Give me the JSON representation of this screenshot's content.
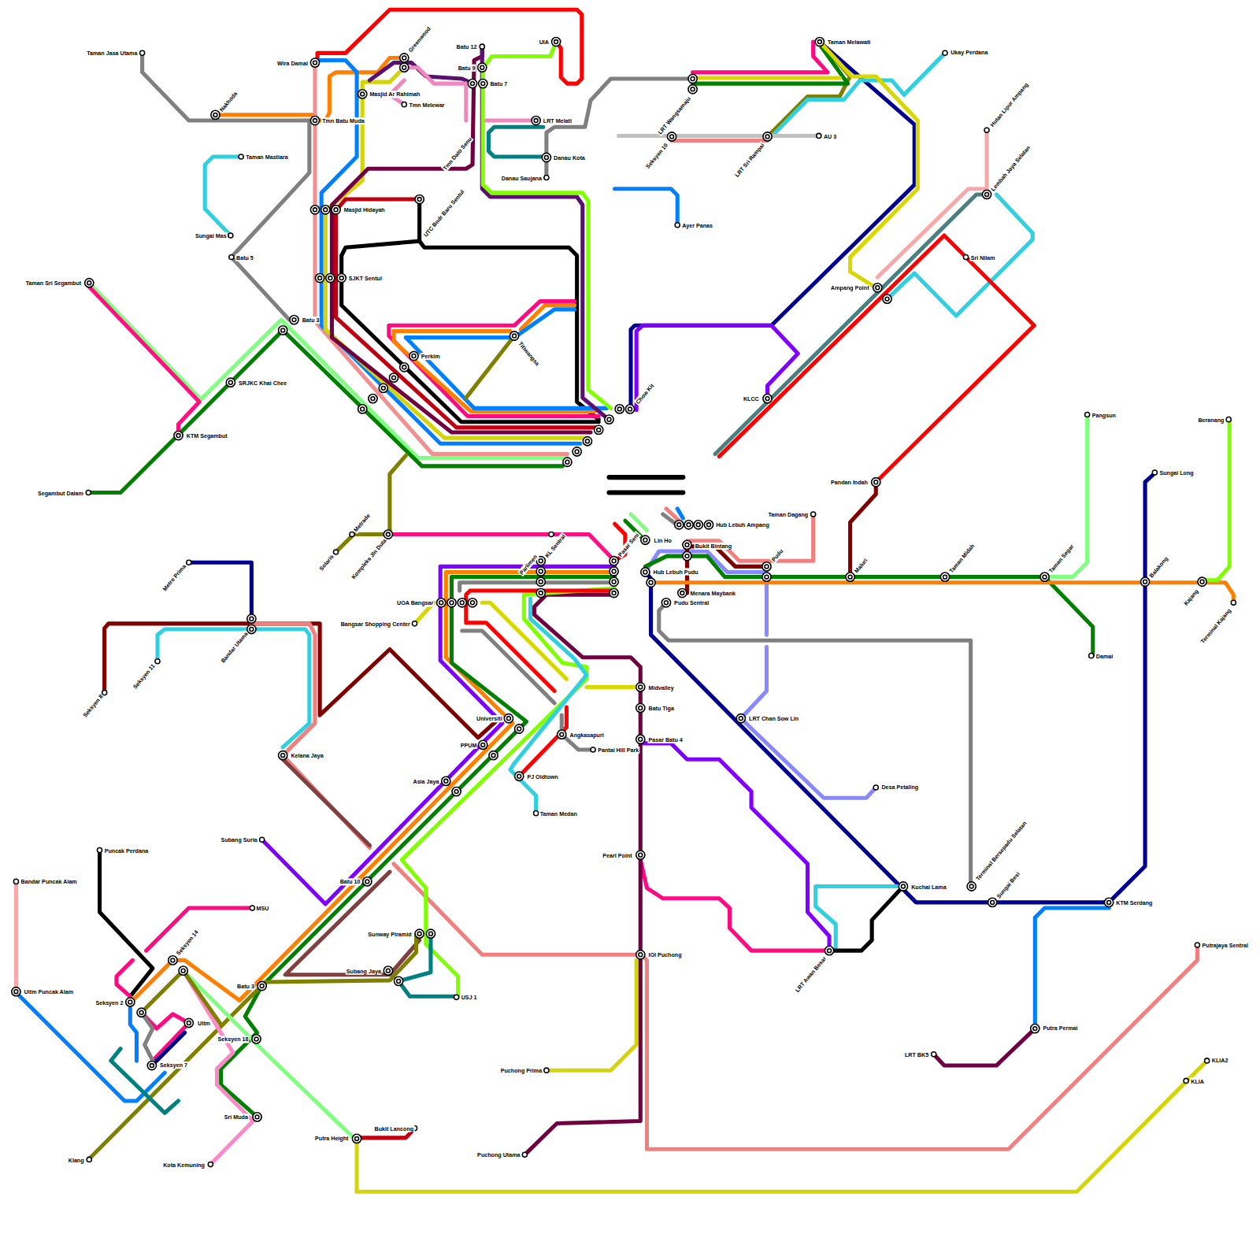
{
  "diagram": {
    "labels": [
      "Taman Jasa Utama",
      "Nakhoda",
      "Wira Damai",
      "Greenwood",
      "Batu 12",
      "UIA",
      "Batu 9",
      "Batu 7",
      "Masjid Ar Rahimah",
      "Tmn Melewar",
      "Tmn Batu Muda",
      "LRT Melati",
      "Taman Mastiara",
      "Danau Kota",
      "Danau Saujana",
      "Tmn Dato Senu",
      "Masjid Hidayah",
      "UTC Bndr Baru Sentul",
      "Sungai Mas",
      "Batu 5",
      "SJKT Sentul",
      "Taman Sri Segambut",
      "Batu 3",
      "Titiwangsa",
      "Perkim",
      "SRJKC Khai Chee",
      "KTM Segambut",
      "Segambut Dalam",
      "Chow Kit",
      "LRT Wangsamaju",
      "Seksyen 10",
      "LRT Sri Rampai",
      "AU 3",
      "Taman Melawati",
      "Ukay Perdana",
      "Ayer Panas",
      "Hutan Lipur Ampang",
      "Lembah Jaya Selatan",
      "Sri Nilam",
      "Ampang Point",
      "KLCC",
      "Pandan Indah",
      "Taman Dagang",
      "Hub Lebuh Ampang",
      "Lin Ho",
      "Bukit Bintang",
      "Pudu",
      "Hub Lebuh Pudu",
      "Menara Maybank",
      "Pudu Sentral",
      "Maluri",
      "Taman Midah",
      "Taman Segar",
      "Pangsun",
      "Damai",
      "Sungai Long",
      "Beranang",
      "Balakong",
      "Kajang",
      "Terminal Kajang",
      "Midvalley",
      "Batu Tiga",
      "Pasar Batu 4",
      "Angkasapuri",
      "Pantai Hill Park",
      "PJ Oldtown",
      "Taman Medan",
      "LRT Chan Sow Lin",
      "Desa Petaling",
      "Kuchai Lama",
      "Terminal Bersepadu Selatan",
      "Sungai Besi",
      "KTM Serdang",
      "LRT Awan Besar",
      "Pearl Point",
      "IOI Puchong",
      "Puchong Prima",
      "Puchong Utama",
      "Putra Permai",
      "LRT BK5",
      "Putrajaya Sentral",
      "KLIA2",
      "KLIA",
      "Parlimen",
      "KL Sentral",
      "Pasar Seni",
      "UOA Bangsar",
      "Bangsar Shopping Center",
      "Universiti",
      "PPUM",
      "Asia Jaya",
      "Batu 10",
      "Metro Prima",
      "Seksyen 11",
      "Seksyen 8",
      "Bandar Utama",
      "Kelana Jaya",
      "Kompleks Jln Duta",
      "Metrade",
      "Solaris",
      "Subang Suria",
      "MSU",
      "Puncak Perdana",
      "Bandar Puncak Alam",
      "Uitm Puncak Alam",
      "Seksyen 14",
      "Seksyen 2",
      "Uitm",
      "Seksyen 7",
      "Batu 3",
      "Seksyen 18",
      "Sri Muda",
      "Klang",
      "Kota Kemuning",
      "Putra Height",
      "Bukit Lancong",
      "Subang Jaya",
      "Sunway Piramid",
      "USJ 1"
    ]
  }
}
